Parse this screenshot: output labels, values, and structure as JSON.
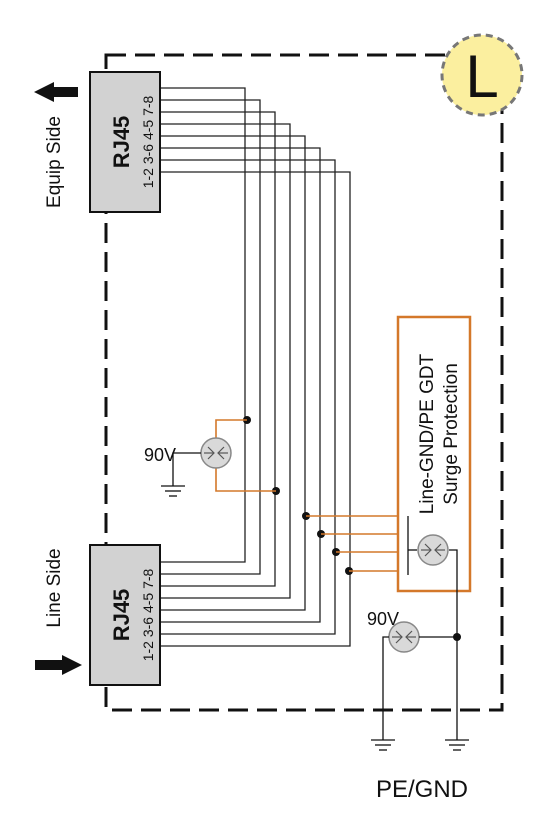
{
  "badge": {
    "letter": "L"
  },
  "equip_connector": {
    "name": "RJ45",
    "pins": "1-2 3-6 4-5 7-8"
  },
  "line_connector": {
    "name": "RJ45",
    "pins": "1-2 3-6 4-5 7-8"
  },
  "equip_side_label": "Equip Side",
  "line_side_label": "Line Side",
  "gdt_voltage_top": "90V",
  "gdt_voltage_bottom": "90V",
  "protection_box": {
    "line1": "Line-GND/PE GDT",
    "line2": "Surge Protection"
  },
  "ground_label": "PE/GND",
  "colors": {
    "wire": "#222222",
    "orange": "#d4782a",
    "connector_fill": "#d2d2d2",
    "badge_fill": "#fbef9f",
    "gdt_fill": "#d9d9d9"
  }
}
